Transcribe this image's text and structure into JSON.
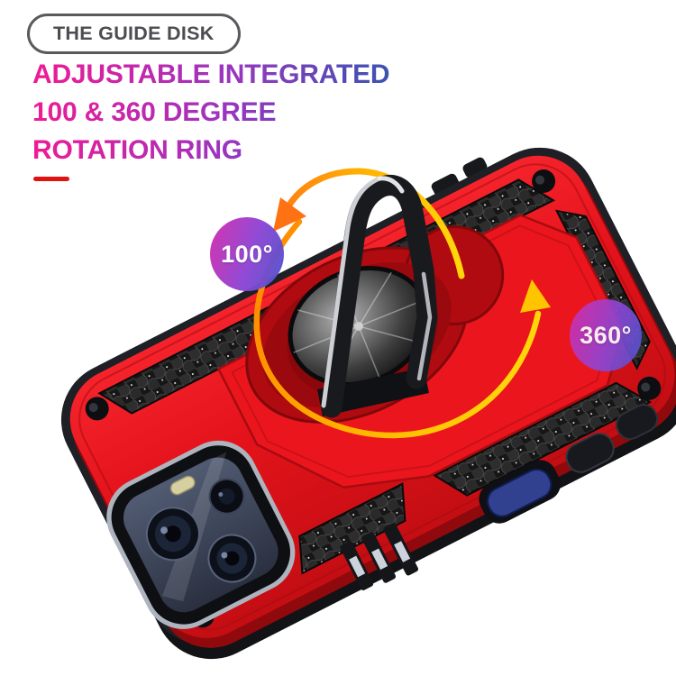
{
  "header": {
    "pill_label": "THE GUIDE DISK",
    "headline_line1": "ADJUSTABLE INTEGRATED",
    "headline_line2": "100 & 360 DEGREE",
    "headline_line3": "ROTATION RING",
    "headline_gradient": [
      "#f01a95",
      "#9a35c0",
      "#3b53b2"
    ],
    "underline_color": "#e11212"
  },
  "callouts": {
    "badge_100": "100°",
    "badge_360": "360°",
    "badge_gradient": [
      "#cd30b0",
      "#8d46d5",
      "#4d55c9"
    ]
  },
  "product": {
    "case_color": "#e8121c",
    "texture_color": "#161616",
    "kickstand_color": "#191a1e",
    "arrow_colors": [
      "#ffd60a",
      "#ff7214"
    ]
  }
}
